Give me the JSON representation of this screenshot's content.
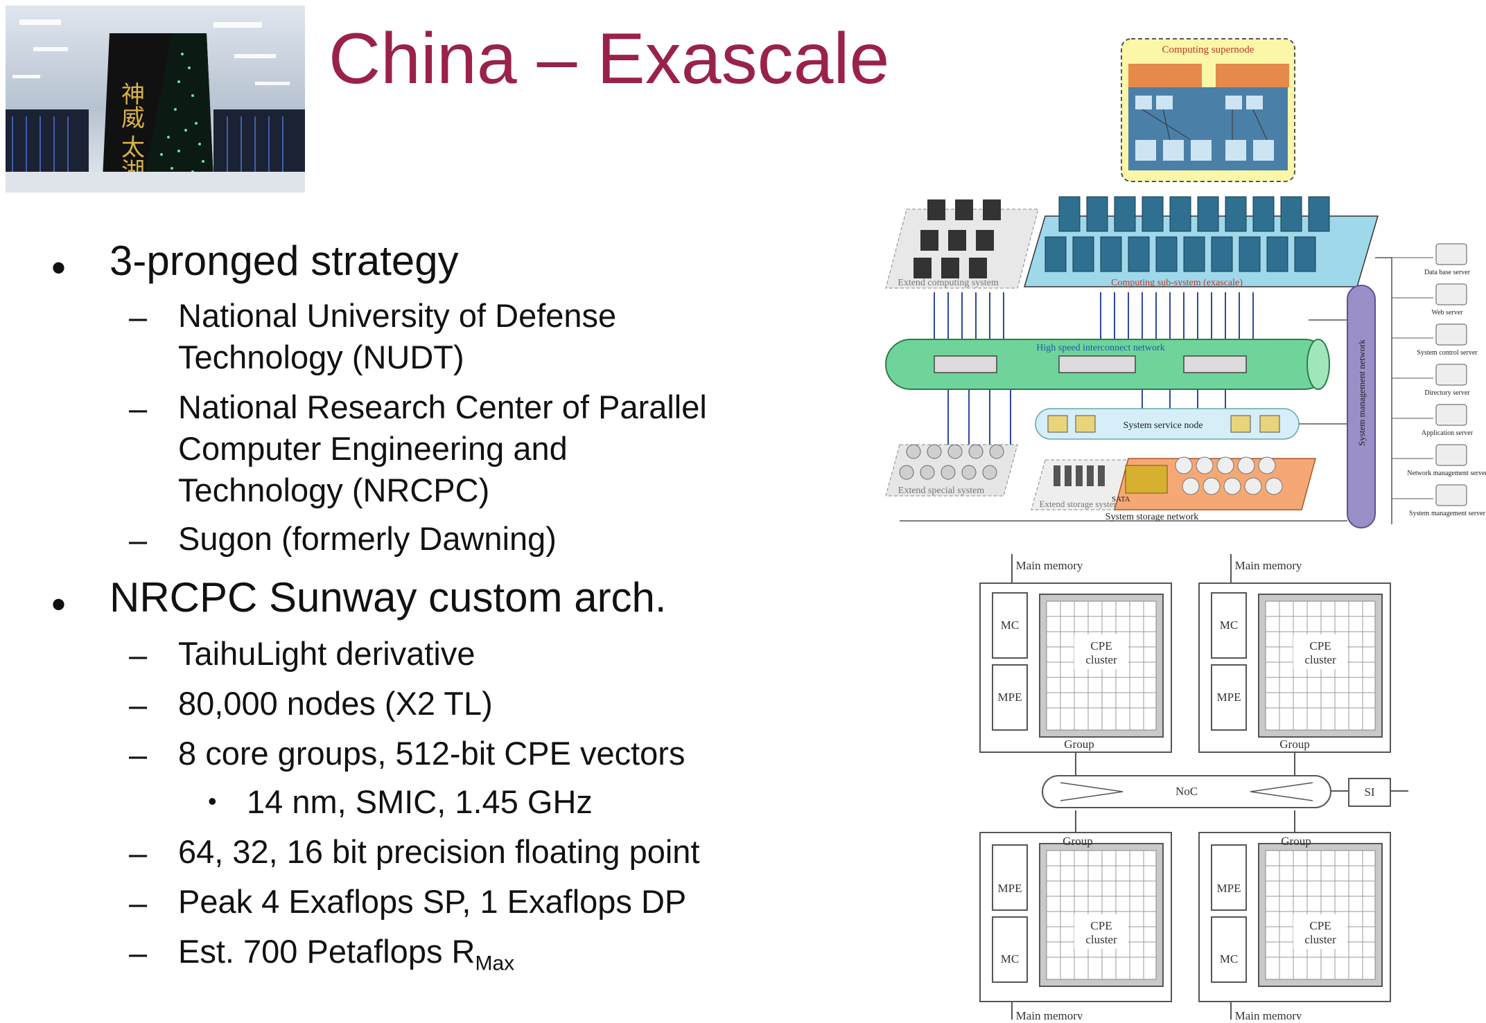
{
  "title": "China – Exascale",
  "photo": {
    "sign_text": "神威 太湖之光"
  },
  "bullets": [
    {
      "text": "3-pronged strategy",
      "subs": [
        {
          "lines": [
            "National University of Defense",
            "Technology (NUDT)"
          ]
        },
        {
          "lines": [
            "National Research Center of Parallel",
            "Computer Engineering and",
            "Technology (NRCPC)"
          ]
        },
        {
          "lines": [
            "Sugon (formerly Dawning)"
          ]
        }
      ]
    },
    {
      "text": "NRCPC Sunway custom arch.",
      "subs": [
        {
          "lines": [
            "TaihuLight derivative"
          ]
        },
        {
          "lines": [
            "80,000 nodes (X2 TL)"
          ]
        },
        {
          "lines": [
            "8 core groups, 512-bit CPE vectors"
          ],
          "subs": [
            "14 nm, SMIC, 1.45 GHz"
          ]
        },
        {
          "lines": [
            "64, 32, 16 bit precision floating point"
          ]
        },
        {
          "lines": [
            "Peak 4 Exaflops SP, 1 Exaflops DP"
          ]
        },
        {
          "lines": [
            "Est. 700 Petaflops R"
          ],
          "subscript": "Max"
        }
      ]
    }
  ],
  "system_diagram": {
    "supernode_label": "Computing supernode",
    "extend_computing": "Extend computing system",
    "computing_subsystem": "Computing sub-system (exascale)",
    "interconnect": "High speed interconnect network",
    "mgmt_network": "System management network",
    "service_node": "System service node",
    "extend_special": "Extend special system",
    "extend_storage": "Extend storage system",
    "storage_network": "System storage network",
    "sata": "SATA",
    "servers": [
      "Data base server",
      "Web server",
      "System control server",
      "Directory server",
      "Application server",
      "Network management server",
      "System management server"
    ]
  },
  "chip_diagram": {
    "main_memory": "Main memory",
    "mc": "MC",
    "mpe": "MPE",
    "cpe_line1": "CPE",
    "cpe_line2": "cluster",
    "group": "Group",
    "noc": "NoC",
    "si": "SI"
  },
  "colors": {
    "title": "#9a2248",
    "interconnect": "#5fd08a",
    "compute": "#2f7fa0",
    "storage": "#f2a06a",
    "mgmt": "#9b8fc8"
  }
}
